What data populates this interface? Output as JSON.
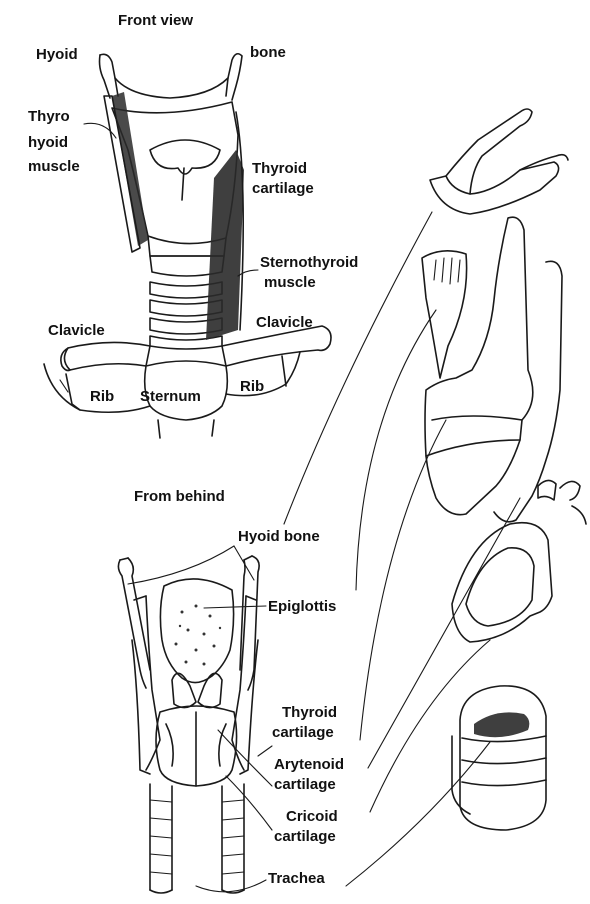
{
  "labels": {
    "front_view": "Front view",
    "hyoid_front": "Hyoid",
    "bone_front": "bone",
    "thyro": "Thyro",
    "hyoid_muscle1": "hyoid",
    "hyoid_muscle2": "muscle",
    "thyroid_cart_front1": "Thyroid",
    "thyroid_cart_front2": "cartilage",
    "sternothyroid1": "Sternothyroid",
    "sternothyroid2": "muscle",
    "clavicle_left": "Clavicle",
    "clavicle_right": "Clavicle",
    "rib_left": "Rib",
    "rib_right": "Rib",
    "sternum": "Sternum",
    "from_behind": "From behind",
    "hyoid_bone": "Hyoid bone",
    "epiglottis": "Epiglottis",
    "thyroid_back1": "Thyroid",
    "thyroid_back2": "cartilage",
    "arytenoid1": "Arytenoid",
    "arytenoid2": "cartilage",
    "cricoid1": "Cricoid",
    "cricoid2": "cartilage",
    "trachea": "Trachea"
  },
  "colors": {
    "ink": "#1a1a1a",
    "background": "#ffffff"
  }
}
